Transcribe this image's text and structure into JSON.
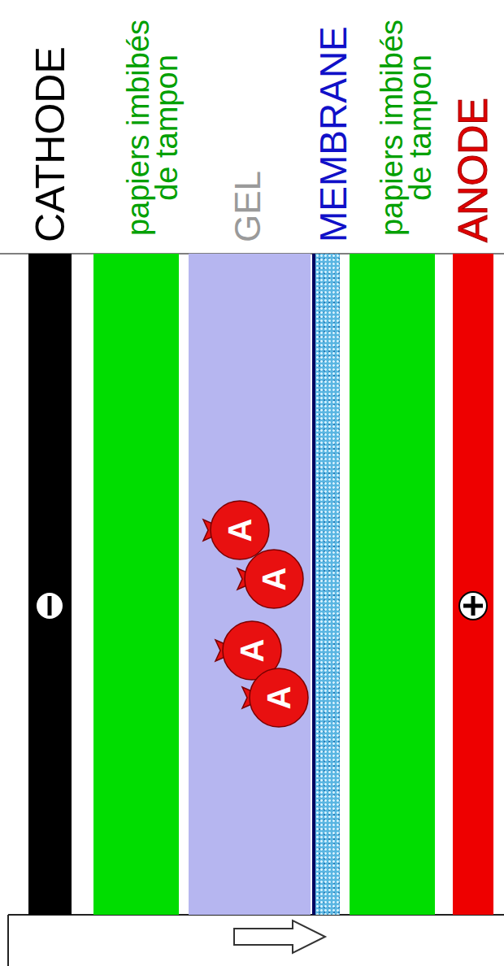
{
  "diagram": {
    "nodes": [
      {
        "text": [
          "CATHODE"
        ]
      },
      {
        "text": [
          "papiers imbibés de tampon"
        ]
      },
      {
        "text": [
          "GEL"
        ]
      },
      {
        "text": [
          "A"
        ],
        "in": 2
      },
      {
        "text": [
          "A"
        ],
        "in": 2
      },
      {
        "text": [
          "A"
        ],
        "in": 2
      },
      {
        "text": [
          "A"
        ],
        "in": 2
      },
      {
        "text": [
          "MEMBRANE"
        ]
      },
      {
        "text": [
          "papiers imbibés de tampon"
        ]
      },
      {
        "text": [
          "ANODE"
        ]
      }
    ]
  }
}
